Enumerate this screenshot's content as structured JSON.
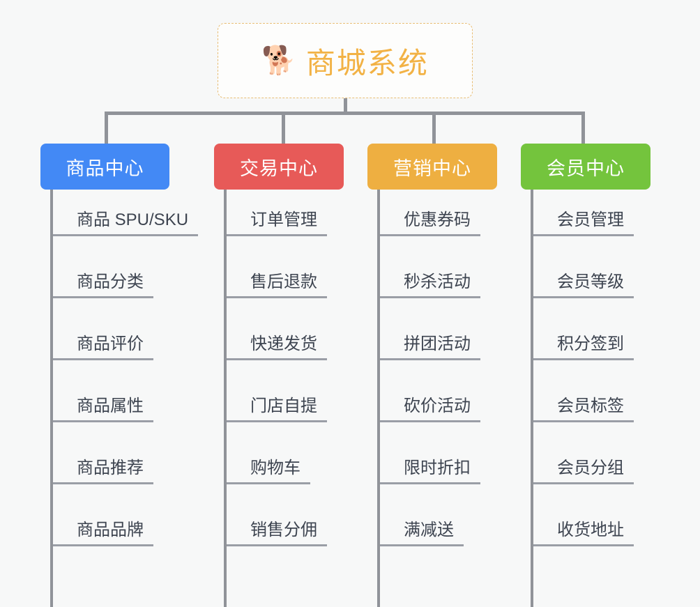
{
  "root": {
    "icon": "shiba-dog-emoji",
    "icon_glyph": "🐕",
    "title": "商城系统"
  },
  "colors": {
    "background": "#f7f8f8",
    "root_border": "#e8bd74",
    "root_text": "#f2b245",
    "connector": "#909399",
    "leaf_text": "#3d4450",
    "leaf_rule": "#9a9ea6"
  },
  "columns": [
    {
      "id": "product-center",
      "label": "商品中心",
      "color": "#4389f5",
      "items": [
        "商品 SPU/SKU",
        "商品分类",
        "商品评价",
        "商品属性",
        "商品推荐",
        "商品品牌"
      ]
    },
    {
      "id": "trade-center",
      "label": "交易中心",
      "color": "#e75a58",
      "items": [
        "订单管理",
        "售后退款",
        "快递发货",
        "门店自提",
        "购物车",
        "销售分佣"
      ]
    },
    {
      "id": "marketing-center",
      "label": "营销中心",
      "color": "#eeaf41",
      "items": [
        "优惠券码",
        "秒杀活动",
        "拼团活动",
        "砍价活动",
        "限时折扣",
        "满减送"
      ]
    },
    {
      "id": "member-center",
      "label": "会员中心",
      "color": "#74c43d",
      "items": [
        "会员管理",
        "会员等级",
        "积分签到",
        "会员标签",
        "会员分组",
        "收货地址"
      ]
    }
  ]
}
